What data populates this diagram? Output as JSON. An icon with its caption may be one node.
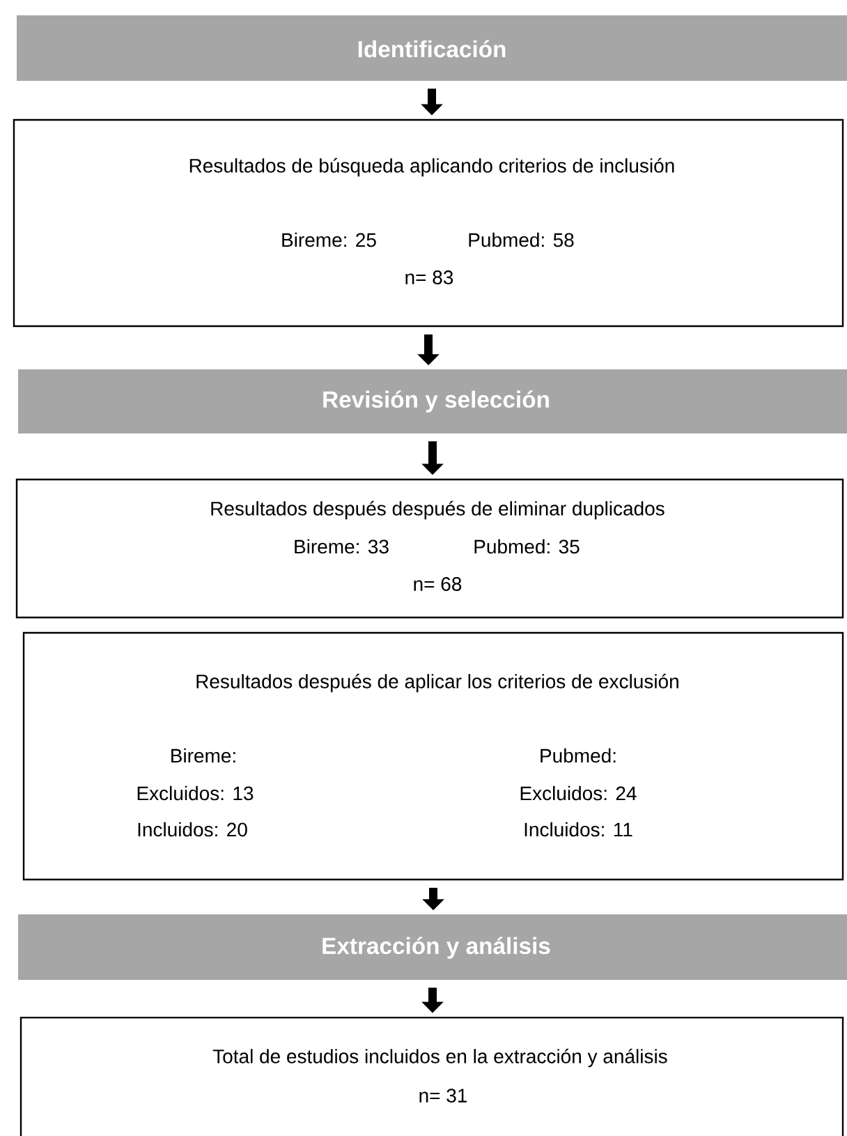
{
  "diagram": {
    "nodes": [
      {
        "text": [
          "Identificación"
        ]
      },
      {
        "text": [
          "Resultados de búsqueda aplicando criterios de inclusión",
          "Bireme: 25",
          "Pubmed: 58",
          "n= 83"
        ]
      },
      {
        "text": [
          "Revisión y selección"
        ]
      },
      {
        "text": [
          "Resultados después después de eliminar duplicados",
          "Bireme: 33",
          "Pubmed: 35",
          "n= 68"
        ]
      },
      {
        "text": [
          "Resultados después de aplicar los criterios de exclusión",
          "Bireme:",
          "Excluidos: 13",
          "Incluidos: 20",
          "Pubmed:",
          "Excluidos: 24",
          "Incluidos: 11"
        ]
      },
      {
        "text": [
          "Extracción y análisis"
        ]
      },
      {
        "text": [
          "Total de estudios incluidos en la extracción y análisis",
          "n= 31"
        ]
      }
    ],
    "edges": [
      {
        "from": 0,
        "to": 1,
        "arrow": "to"
      },
      {
        "from": 1,
        "to": 2,
        "arrow": "to"
      },
      {
        "from": 2,
        "to": 3,
        "arrow": "to"
      },
      {
        "from": 4,
        "to": 5,
        "arrow": "to"
      },
      {
        "from": 5,
        "to": 6,
        "arrow": "to"
      }
    ]
  }
}
